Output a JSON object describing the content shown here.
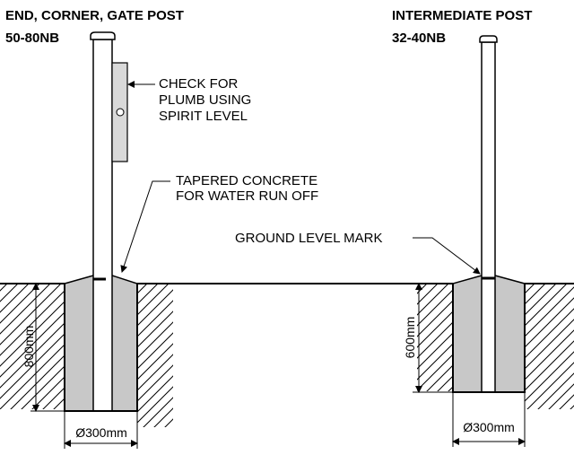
{
  "end_post": {
    "title": "END, CORNER, GATE POST",
    "size": "50-80NB",
    "depth": "800mm",
    "diameter": "Ø300mm",
    "callout_plumb_1": "CHECK FOR",
    "callout_plumb_2": "PLUMB USING",
    "callout_plumb_3": "SPIRIT LEVEL",
    "callout_concrete_1": "TAPERED CONCRETE",
    "callout_concrete_2": "FOR WATER RUN OFF"
  },
  "intermediate_post": {
    "title": "INTERMEDIATE POST",
    "size": "32-40NB",
    "depth": "600mm",
    "diameter": "Ø300mm",
    "callout_ground": "GROUND LEVEL MARK"
  },
  "colors": {
    "concrete": "#c8c8c8",
    "line": "#000000",
    "background": "#ffffff"
  }
}
